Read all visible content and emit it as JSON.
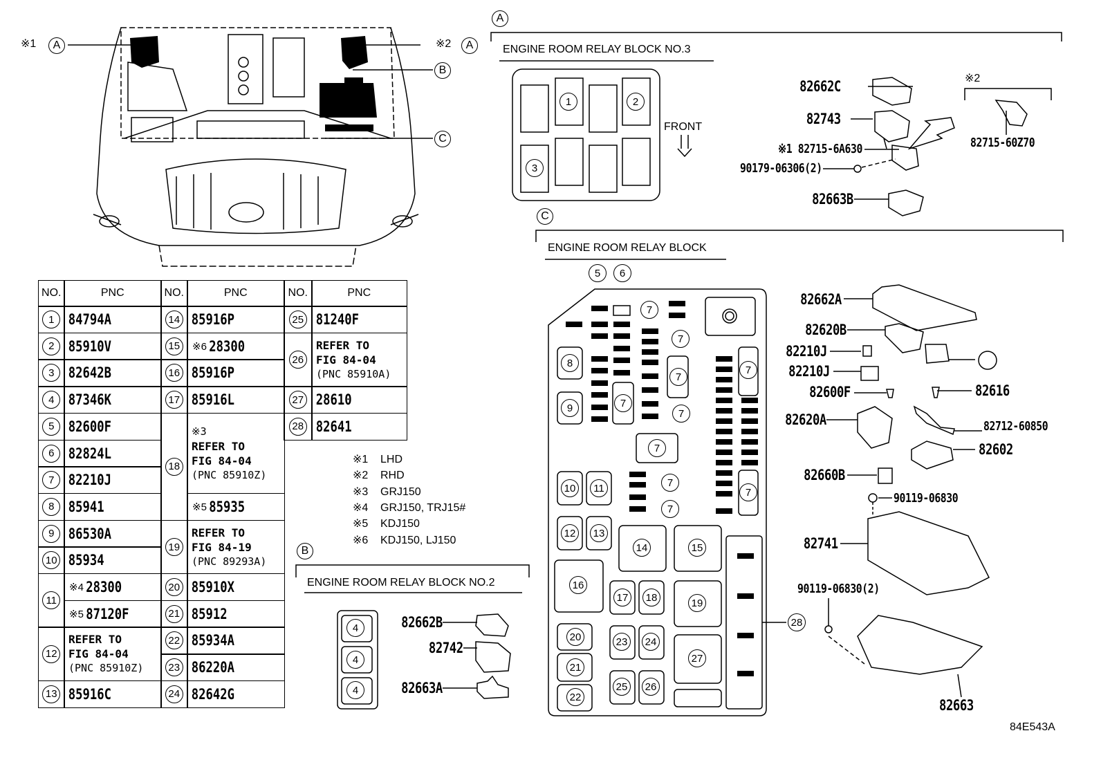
{
  "figure_code": "84E543A",
  "callouts": {
    "lhd_mark": "※1",
    "rhd_mark": "※2",
    "a": "A",
    "b": "B",
    "c": "C"
  },
  "section_a": {
    "letter": "A",
    "title": "ENGINE ROOM RELAY BLOCK NO.3",
    "front_label": "FRONT",
    "slots": [
      "1",
      "2",
      "3"
    ],
    "parts": [
      "82662C",
      "82743",
      "※1 82715-6A630",
      "90179-06306(2)",
      "82663B",
      "82715-60Z70"
    ],
    "rhd_note": "※2"
  },
  "section_b": {
    "letter": "B",
    "title": "ENGINE ROOM RELAY BLOCK NO.2",
    "slots": [
      "4",
      "4",
      "4"
    ],
    "parts": [
      "82662B",
      "82742",
      "82663A"
    ]
  },
  "section_c": {
    "letter": "C",
    "title": "ENGINE ROOM RELAY BLOCK",
    "slots": [
      "5",
      "6",
      "7",
      "7",
      "8",
      "7",
      "7",
      "9",
      "7",
      "7",
      "7",
      "10",
      "11",
      "7",
      "7",
      "7",
      "12",
      "13",
      "14",
      "15",
      "16",
      "17",
      "18",
      "19",
      "20",
      "23",
      "24",
      "21",
      "27",
      "22",
      "25",
      "26",
      "28"
    ],
    "parts": [
      "82662A",
      "82620B",
      "82210J",
      "82210J",
      "82600F",
      "82616",
      "82620A",
      "82712-60850",
      "82602",
      "82660B",
      "90119-06830",
      "82741",
      "90119-06830(2)",
      "82663",
      "28"
    ]
  },
  "notes": [
    {
      "mark": "※1",
      "text": "LHD"
    },
    {
      "mark": "※2",
      "text": "RHD"
    },
    {
      "mark": "※3",
      "text": "GRJ150"
    },
    {
      "mark": "※4",
      "text": "GRJ150, TRJ15#"
    },
    {
      "mark": "※5",
      "text": "KDJ150"
    },
    {
      "mark": "※6",
      "text": "KDJ150, LJ150"
    }
  ],
  "table": {
    "header": {
      "no": "NO.",
      "pnc": "PNC"
    },
    "columns": [
      [
        {
          "no": "1",
          "span": 1,
          "lines": [
            "84794A"
          ]
        },
        {
          "no": "2",
          "span": 1,
          "lines": [
            "85910V"
          ]
        },
        {
          "no": "3",
          "span": 1,
          "lines": [
            "82642B"
          ]
        },
        {
          "no": "4",
          "span": 1,
          "lines": [
            "87346K"
          ]
        },
        {
          "no": "5",
          "span": 1,
          "lines": [
            "82600F"
          ]
        },
        {
          "no": "6",
          "span": 1,
          "lines": [
            "82824L"
          ]
        },
        {
          "no": "7",
          "span": 1,
          "lines": [
            "82210J"
          ]
        },
        {
          "no": "8",
          "span": 1,
          "lines": [
            "85941"
          ]
        },
        {
          "no": "9",
          "span": 1,
          "lines": [
            "86530A"
          ]
        },
        {
          "no": "10",
          "span": 1,
          "lines": [
            "85934"
          ]
        },
        {
          "no": "11",
          "span": 2,
          "sub": [
            {
              "mark": "※4",
              "pnc": "28300"
            },
            {
              "mark": "※5",
              "pnc": "87120F"
            }
          ]
        },
        {
          "no": "12",
          "span": 2,
          "lines": [
            "REFER TO",
            "FIG 84-04",
            "(PNC 85910Z)"
          ]
        },
        {
          "no": "13",
          "span": 1,
          "lines": [
            "85916C"
          ]
        }
      ],
      [
        {
          "no": "14",
          "span": 1,
          "lines": [
            "85916P"
          ]
        },
        {
          "no": "15",
          "span": 1,
          "sub": [
            {
              "mark": "※6",
              "pnc": "28300"
            }
          ]
        },
        {
          "no": "16",
          "span": 1,
          "lines": [
            "85916P"
          ]
        },
        {
          "no": "17",
          "span": 1,
          "lines": [
            "85916L"
          ]
        },
        {
          "no": "18",
          "span": 4,
          "block": {
            "mark": "※3",
            "lines": [
              "REFER TO",
              "FIG 84-04",
              "(PNC 85910Z)"
            ],
            "span": 3
          },
          "sub": [
            {
              "mark": "※5",
              "pnc": "85935"
            }
          ]
        },
        {
          "no": "19",
          "span": 2,
          "lines": [
            "REFER TO",
            "FIG 84-19",
            "(PNC 89293A)"
          ]
        },
        {
          "no": "20",
          "span": 1,
          "lines": [
            "85910X"
          ]
        },
        {
          "no": "21",
          "span": 1,
          "lines": [
            "85912"
          ]
        },
        {
          "no": "22",
          "span": 1,
          "lines": [
            "85934A"
          ]
        },
        {
          "no": "23",
          "span": 1,
          "lines": [
            "86220A"
          ]
        },
        {
          "no": "24",
          "span": 1,
          "lines": [
            "82642G"
          ]
        }
      ],
      [
        {
          "no": "25",
          "span": 1,
          "lines": [
            "81240F"
          ]
        },
        {
          "no": "26",
          "span": 2,
          "lines": [
            "REFER TO",
            "FIG 84-04",
            "(PNC 85910A)"
          ]
        },
        {
          "no": "27",
          "span": 1,
          "lines": [
            "28610"
          ]
        },
        {
          "no": "28",
          "span": 1,
          "lines": [
            "82641"
          ]
        }
      ]
    ]
  }
}
